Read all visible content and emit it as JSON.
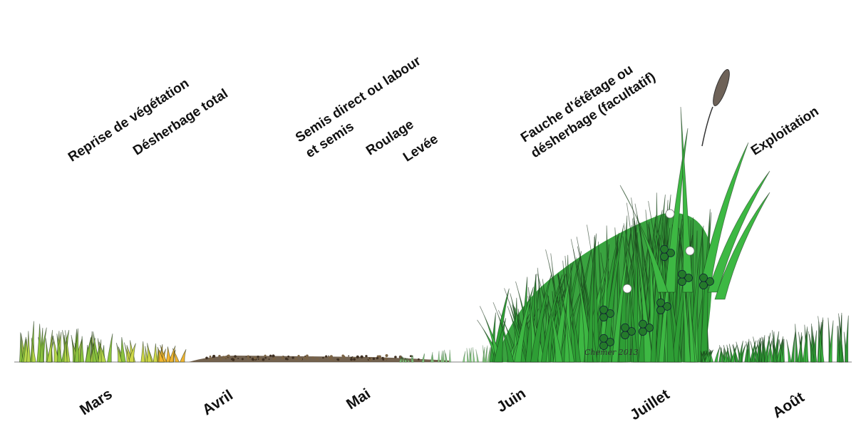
{
  "stages": {
    "reprise": "Reprise de végétation",
    "desherbage": "Désherbage total",
    "semis_line1": "Semis direct ou labour",
    "semis_line2": "et semis",
    "roulage": "Roulage",
    "levee": "Levée",
    "fauche_line1": "Fauche d'étêtage ou",
    "fauche_line2": "désherbage (facultatif)",
    "exploitation": "Exploitation"
  },
  "months": [
    "Mars",
    "Avril",
    "Mai",
    "Juin",
    "Juillet",
    "Août"
  ],
  "signature": "Chemer 2013",
  "colors": {
    "grass_dark": "#2e9e35",
    "grass_mid": "#3db843",
    "grass_light": "#b6d64a",
    "grass_yellow": "#f2b531",
    "soil": "#5b4630",
    "cattail": "#6e6258",
    "ground_line": "#888888"
  }
}
